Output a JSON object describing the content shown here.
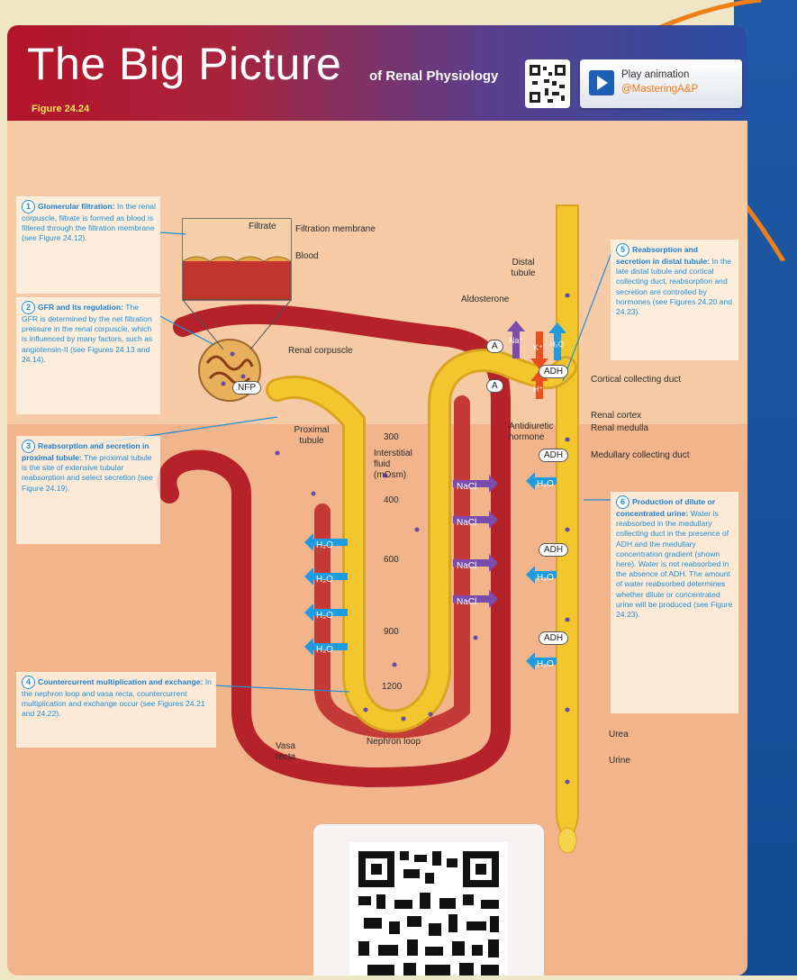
{
  "header": {
    "title": "The Big Picture",
    "subtitle": "of Renal Physiology",
    "figure_label": "Figure 24.24",
    "animation_line1": "Play animation",
    "animation_line2": "@MasteringA&P"
  },
  "labels": {
    "filtrate": "Filtrate",
    "filtration_membrane": "Filtration membrane",
    "blood": "Blood",
    "renal_corpuscle": "Renal corpuscle",
    "nfp": "NFP",
    "proximal_tubule": "Proximal tubule",
    "distal_tubule": "Distal tubule",
    "aldosterone": "Aldosterone",
    "adh": "ADH",
    "cortical_collecting_duct": "Cortical collecting duct",
    "renal_cortex": "Renal cortex",
    "renal_medulla": "Renal medulla",
    "antidiuretic_hormone": "Antidiuretic hormone",
    "medullary_collecting_duct": "Medullary collecting duct",
    "interstitial_fluid": "Interstitial fluid (mOsm)",
    "osm_300": "300",
    "osm_400": "400",
    "osm_600": "600",
    "osm_900": "900",
    "osm_1200": "1200",
    "nacl": "NaCl",
    "h2o": "H₂O",
    "na": "Na⁺",
    "k": "K⁺",
    "h": "H⁺",
    "a": "A",
    "nephron_loop": "Nephron loop",
    "vasa_recta": "Vasa recta",
    "urea": "Urea",
    "urine": "Urine"
  },
  "notes": [
    {
      "num": "1",
      "head": "Glomerular filtration:",
      "body": "In the renal corpuscle, filtrate is formed as blood is filtered through the filtration membrane (see Figure 24.12)."
    },
    {
      "num": "2",
      "head": "GFR and its regulation:",
      "body": "The GFR is determined by the net filtration pressure in the renal corpuscle, which is influenced by many factors, such as angiotensin-II (see Figures 24.13 and 24.14)."
    },
    {
      "num": "3",
      "head": "Reabsorption and secretion in proximal tubule:",
      "body": "The proximal tubule is the site of extensive tubular reabsorption and select secretion (see Figure 24.19)."
    },
    {
      "num": "4",
      "head": "Countercurrent multiplication and exchange:",
      "body": "In the nephron loop and vasa recta, countercurrent multiplication and exchange occur (see Figures 24.21 and 24.22)."
    },
    {
      "num": "5",
      "head": "Reabsorption and secretion in distal tubule:",
      "body": "In the late distal tubule and cortical collecting duct, reabsorption and secretion are controlled by hormones (see Figures 24.20 and 24.23)."
    },
    {
      "num": "6",
      "head": "Production of dilute or concentrated urine:",
      "body": "Water is reabsorbed in the medullary collecting duct in the presence of ADH and the medullary concentration gradient (shown here). Water is not reabsorbed in the absence of ADH. The amount of water reabsorbed determines whether dilute or concentrated urine will be produced (see Figure 24.23)."
    }
  ],
  "colors": {
    "header_red": "#b3142a",
    "header_blue": "#2b4ea3",
    "cortex_band": "#f4c59d",
    "medulla_band": "#f0b58e",
    "note_blue": "#1d8fd8",
    "blood_red": "#b5222a",
    "tubule_yellow": "#f2c72e",
    "h2o_blue": "#1f9be0",
    "nacl_purple": "#7a4cae",
    "right_panel_blue": "#1f5aa6"
  }
}
